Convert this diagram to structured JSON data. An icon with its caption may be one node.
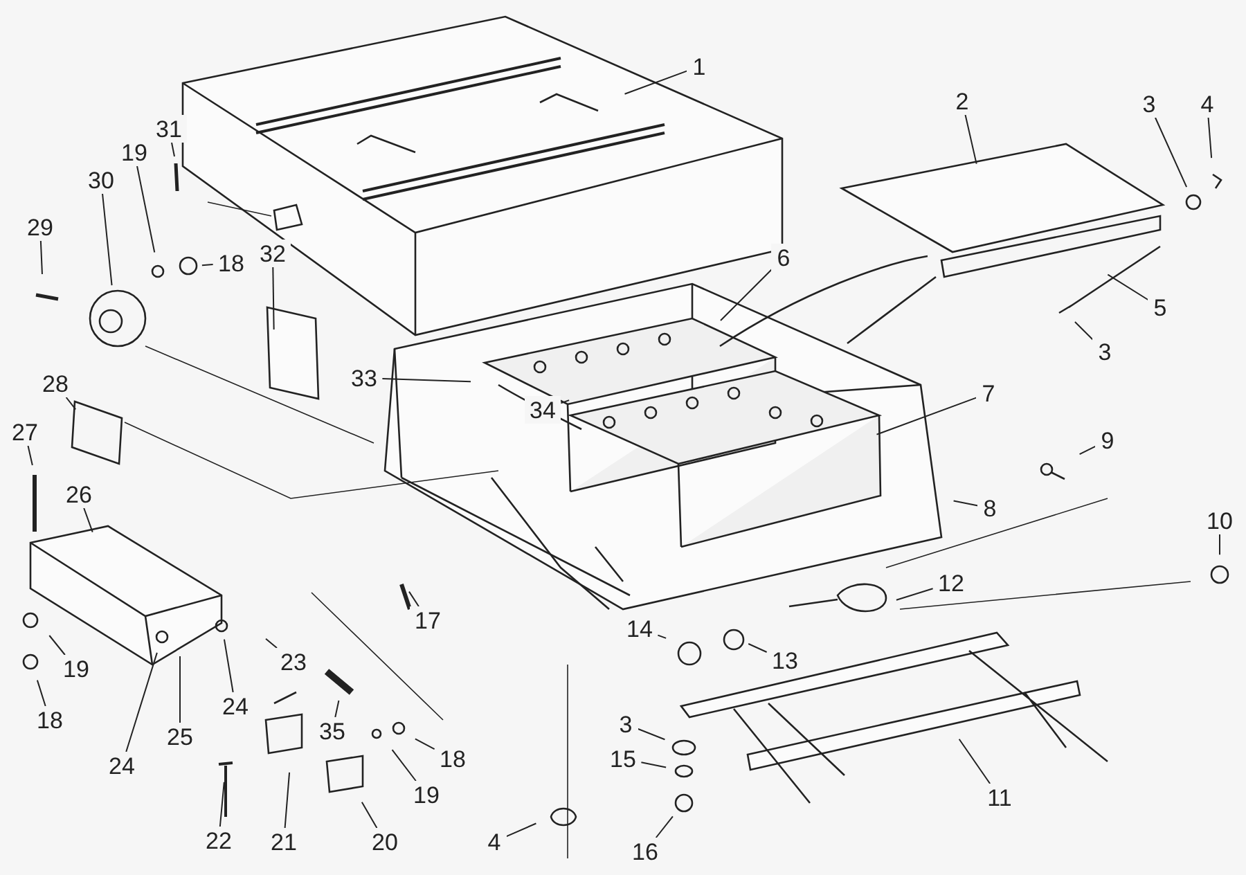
{
  "diagram": {
    "nodes": [
      {
        "text": [
          "1"
        ]
      },
      {
        "text": [
          "2"
        ]
      },
      {
        "text": [
          "3"
        ]
      },
      {
        "text": [
          "4"
        ]
      },
      {
        "text": [
          "5"
        ]
      },
      {
        "text": [
          "3"
        ]
      },
      {
        "text": [
          "6"
        ]
      },
      {
        "text": [
          "7"
        ]
      },
      {
        "text": [
          "8"
        ]
      },
      {
        "text": [
          "9"
        ]
      },
      {
        "text": [
          "10"
        ]
      },
      {
        "text": [
          "11"
        ]
      },
      {
        "text": [
          "12"
        ]
      },
      {
        "text": [
          "13"
        ]
      },
      {
        "text": [
          "14"
        ]
      },
      {
        "text": [
          "3"
        ]
      },
      {
        "text": [
          "15"
        ]
      },
      {
        "text": [
          "4"
        ]
      },
      {
        "text": [
          "16"
        ]
      },
      {
        "text": [
          "17"
        ]
      },
      {
        "text": [
          "18"
        ]
      },
      {
        "text": [
          "19"
        ]
      },
      {
        "text": [
          "20"
        ]
      },
      {
        "text": [
          "21"
        ]
      },
      {
        "text": [
          "22"
        ]
      },
      {
        "text": [
          "35"
        ]
      },
      {
        "text": [
          "23"
        ]
      },
      {
        "text": [
          "24"
        ]
      },
      {
        "text": [
          "24"
        ]
      },
      {
        "text": [
          "25"
        ]
      },
      {
        "text": [
          "26"
        ]
      },
      {
        "text": [
          "19"
        ]
      },
      {
        "text": [
          "18"
        ]
      },
      {
        "text": [
          "27"
        ]
      },
      {
        "text": [
          "28"
        ]
      },
      {
        "text": [
          "29"
        ]
      },
      {
        "text": [
          "30"
        ]
      },
      {
        "text": [
          "19"
        ]
      },
      {
        "text": [
          "18"
        ]
      },
      {
        "text": [
          "31"
        ]
      },
      {
        "text": [
          "32"
        ]
      },
      {
        "text": [
          "33"
        ]
      },
      {
        "text": [
          "34"
        ]
      }
    ],
    "edges": [
      {
        "from": 0,
        "to": null,
        "arrow": "none"
      },
      {
        "from": 1,
        "to": null,
        "arrow": "none"
      },
      {
        "from": 2,
        "to": null,
        "arrow": "none"
      },
      {
        "from": 3,
        "to": null,
        "arrow": "none"
      },
      {
        "from": 4,
        "to": null,
        "arrow": "none"
      },
      {
        "from": 5,
        "to": null,
        "arrow": "none"
      },
      {
        "from": 6,
        "to": null,
        "arrow": "none"
      },
      {
        "from": 7,
        "to": null,
        "arrow": "none"
      },
      {
        "from": 8,
        "to": null,
        "arrow": "none"
      },
      {
        "from": 9,
        "to": null,
        "arrow": "none"
      },
      {
        "from": 10,
        "to": null,
        "arrow": "none"
      },
      {
        "from": 11,
        "to": null,
        "arrow": "none"
      },
      {
        "from": 12,
        "to": null,
        "arrow": "none"
      },
      {
        "from": 13,
        "to": null,
        "arrow": "none"
      },
      {
        "from": 14,
        "to": null,
        "arrow": "none"
      },
      {
        "from": 15,
        "to": null,
        "arrow": "none"
      },
      {
        "from": 16,
        "to": null,
        "arrow": "none"
      },
      {
        "from": 17,
        "to": null,
        "arrow": "none"
      },
      {
        "from": 18,
        "to": null,
        "arrow": "none"
      },
      {
        "from": 19,
        "to": null,
        "arrow": "none"
      },
      {
        "from": 20,
        "to": null,
        "arrow": "none"
      },
      {
        "from": 21,
        "to": null,
        "arrow": "none"
      },
      {
        "from": 22,
        "to": null,
        "arrow": "none"
      },
      {
        "from": 23,
        "to": null,
        "arrow": "none"
      },
      {
        "from": 24,
        "to": null,
        "arrow": "none"
      },
      {
        "from": 25,
        "to": null,
        "arrow": "none"
      },
      {
        "from": 26,
        "to": null,
        "arrow": "none"
      },
      {
        "from": 27,
        "to": null,
        "arrow": "none"
      },
      {
        "from": 28,
        "to": null,
        "arrow": "none"
      },
      {
        "from": 29,
        "to": null,
        "arrow": "none"
      },
      {
        "from": 30,
        "to": null,
        "arrow": "none"
      },
      {
        "from": 31,
        "to": null,
        "arrow": "none"
      },
      {
        "from": 32,
        "to": null,
        "arrow": "none"
      },
      {
        "from": 33,
        "to": null,
        "arrow": "none"
      },
      {
        "from": 34,
        "to": null,
        "arrow": "none"
      },
      {
        "from": 35,
        "to": null,
        "arrow": "none"
      },
      {
        "from": 36,
        "to": null,
        "arrow": "none"
      },
      {
        "from": 37,
        "to": null,
        "arrow": "none"
      },
      {
        "from": 38,
        "to": null,
        "arrow": "none"
      },
      {
        "from": 39,
        "to": null,
        "arrow": "none"
      },
      {
        "from": 40,
        "to": null,
        "arrow": "none"
      },
      {
        "from": 41,
        "to": null,
        "arrow": "none"
      },
      {
        "from": 42,
        "to": null,
        "arrow": "none"
      }
    ]
  }
}
